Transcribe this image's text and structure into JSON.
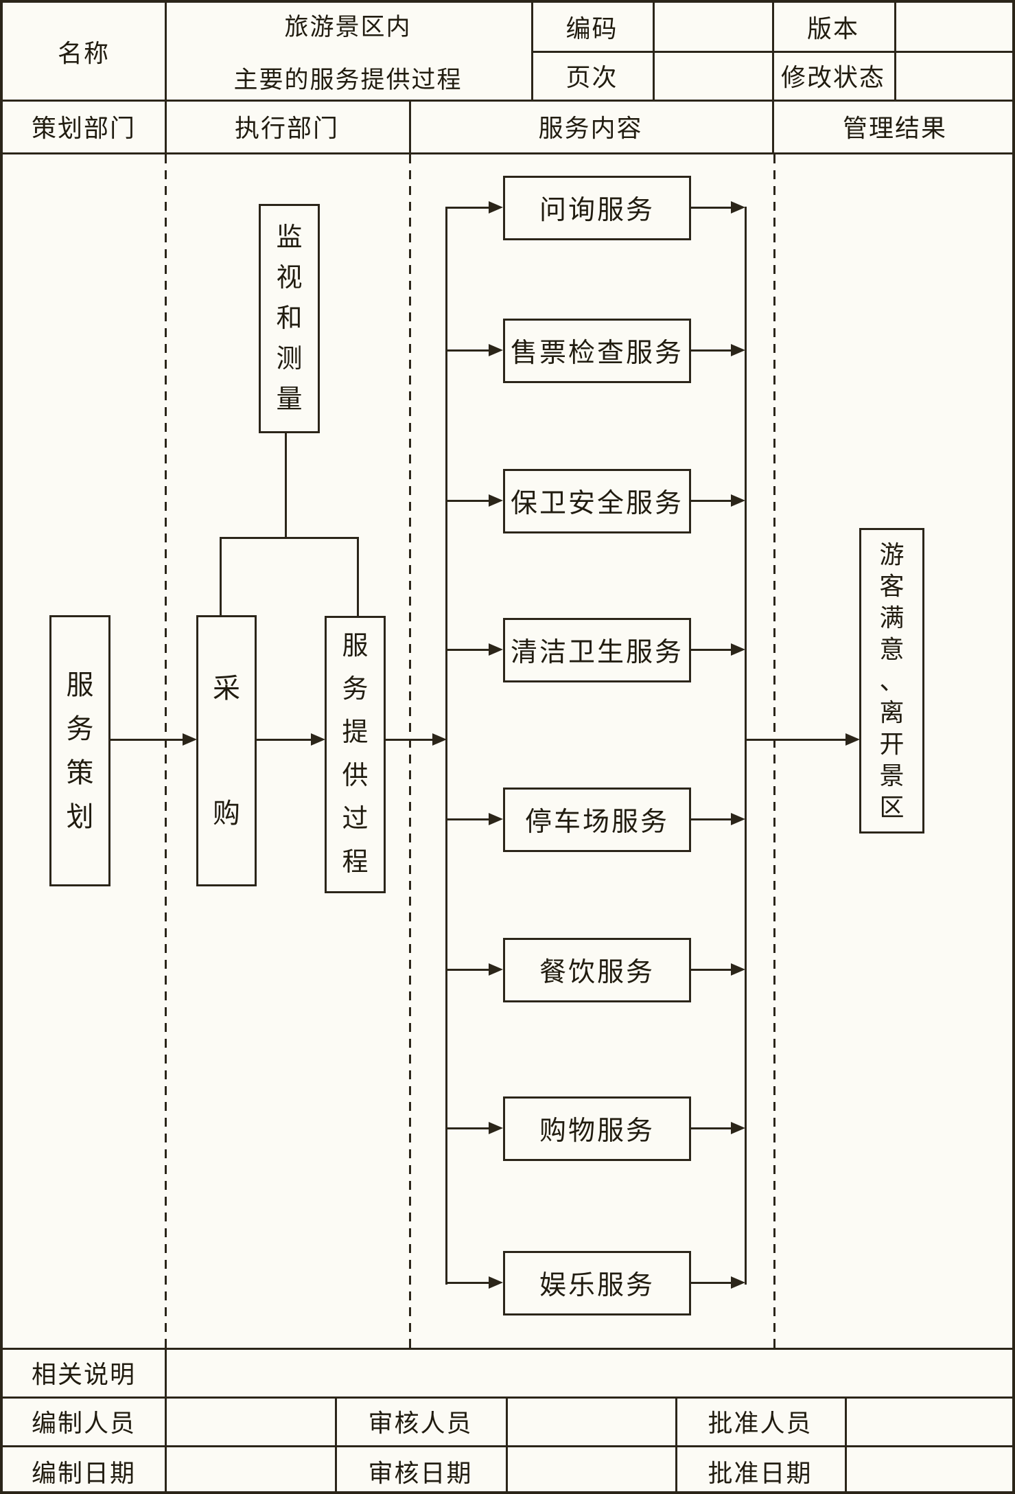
{
  "header": {
    "name_label": "名称",
    "title_line1": "旅游景区内",
    "title_line2": "主要的服务提供过程",
    "code_label": "编码",
    "code_value": "",
    "version_label": "版本",
    "version_value": "",
    "page_label": "页次",
    "page_value": "",
    "revision_label": "修改状态",
    "revision_value": ""
  },
  "columns": {
    "planning": "策划部门",
    "execution": "执行部门",
    "service": "服务内容",
    "result": "管理结果"
  },
  "flow": {
    "service_planning": "服务策划",
    "procurement": "采购",
    "monitoring": "监视和测量",
    "service_process": "服务提供过程",
    "outcome": "游客满意、离开景区",
    "services": [
      "问询服务",
      "售票检查服务",
      "保卫安全服务",
      "清洁卫生服务",
      "停车场服务",
      "餐饮服务",
      "购物服务",
      "娱乐服务"
    ]
  },
  "footer": {
    "notes_label": "相关说明",
    "notes_value": "",
    "prepared_by_label": "编制人员",
    "prepared_by_value": "",
    "reviewed_by_label": "审核人员",
    "reviewed_by_value": "",
    "approved_by_label": "批准人员",
    "approved_by_value": "",
    "prepared_date_label": "编制日期",
    "prepared_date_value": "",
    "review_date_label": "审核日期",
    "approval_date_label": "批准日期",
    "approval_date_value": "",
    "review_date_value": ""
  },
  "colors": {
    "line": "#2b2519",
    "paper": "#fcfbf5"
  }
}
